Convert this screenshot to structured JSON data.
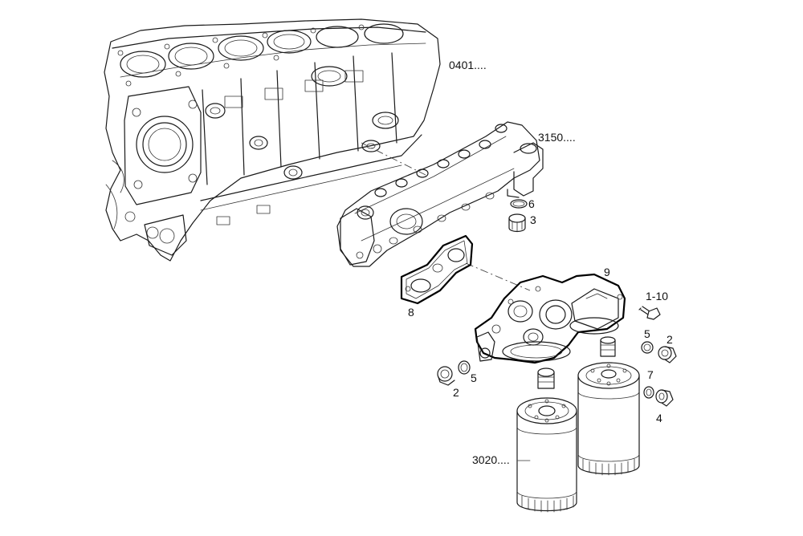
{
  "callouts": {
    "block_ref": "0401....",
    "manifold_ref": "3150....",
    "filter_ref": "3020....",
    "part_6": "6",
    "part_3": "3",
    "part_8": "8",
    "part_9": "9",
    "part_1_10": "1-10",
    "part_5_right": "5",
    "part_2_right": "2",
    "part_7": "7",
    "part_4": "4",
    "part_5_left": "5",
    "part_2_left": "2"
  }
}
